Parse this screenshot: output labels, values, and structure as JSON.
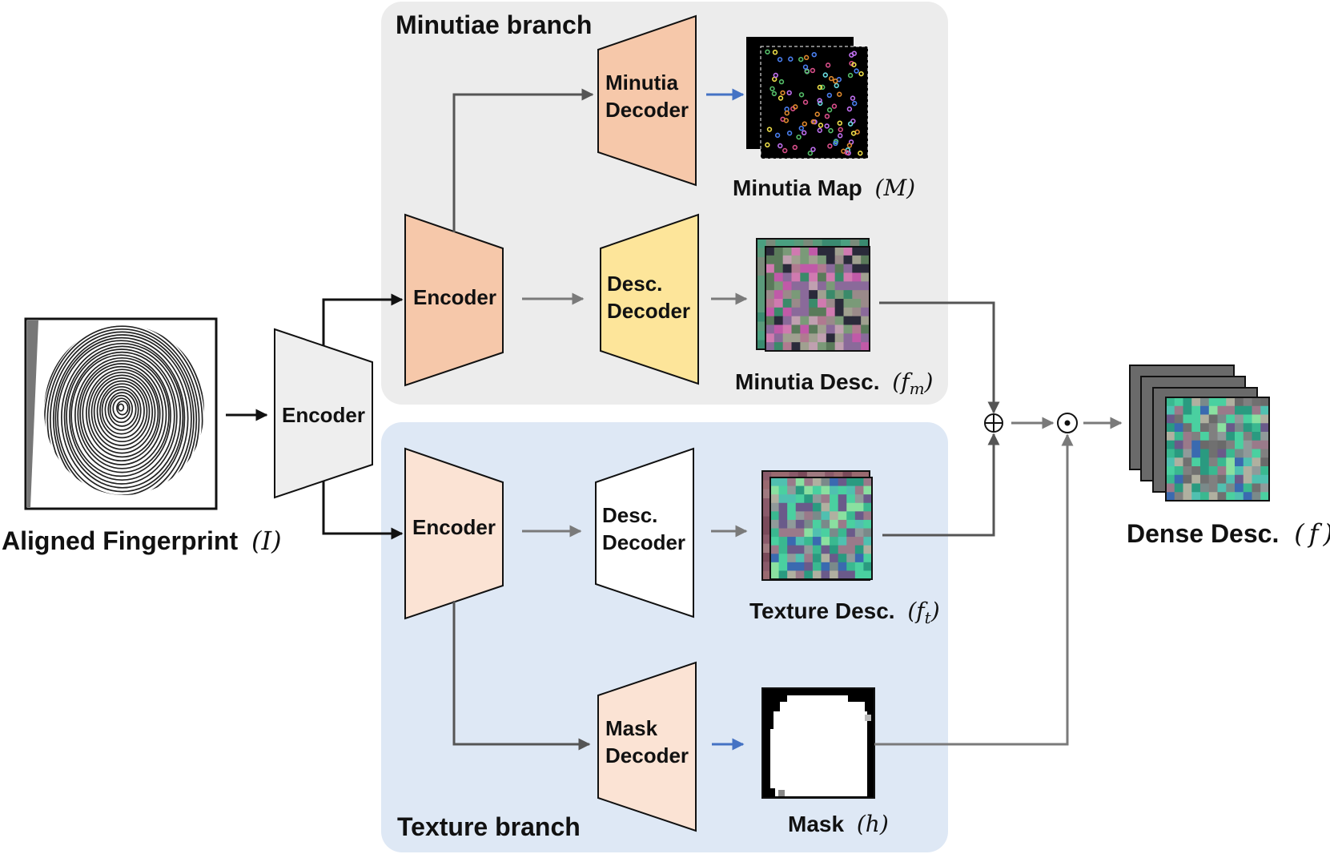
{
  "branches": {
    "minutiae_title": "Minutiae branch",
    "texture_title": "Texture branch"
  },
  "modules": {
    "shared_encoder": "Encoder",
    "minutiae_encoder": "Encoder",
    "texture_encoder": "Encoder",
    "minutia_decoder": [
      "Minutia",
      "Decoder"
    ],
    "desc_decoder_minutiae": [
      "Desc.",
      "Decoder"
    ],
    "desc_decoder_texture": [
      "Desc.",
      "Decoder"
    ],
    "mask_decoder": [
      "Mask",
      "Decoder"
    ]
  },
  "captions": {
    "input": {
      "text": "Aligned Fingerprint",
      "sym": "I"
    },
    "minutia_map": {
      "text": "Minutia Map",
      "sym": "M"
    },
    "minutia_desc": {
      "text": "Minutia Desc.",
      "sym": "f",
      "sub": "m"
    },
    "texture_desc": {
      "text": "Texture Desc.",
      "sym": "f",
      "sub": "t"
    },
    "mask": {
      "text": "Mask",
      "sym": "h"
    },
    "dense_desc": {
      "text": "Dense Desc.",
      "sym": "f"
    }
  },
  "operators": {
    "add": "⊕",
    "multiply": "⊙"
  },
  "colors": {
    "minutiae_bg": "#ececec",
    "texture_bg": "#dee8f5",
    "shared_encoder": "#eeeeee",
    "minutiae_encoder": "#f6c8aa",
    "minutia_decoder": "#f6c8aa",
    "desc_decoder_minutiae": "#fde59a",
    "texture_encoder": "#fbe3d4",
    "mask_decoder": "#fbe3d4",
    "desc_decoder_texture": "#ffffff",
    "arrow_dark": "#111111",
    "arrow_gray": "#7a7a7a",
    "arrow_blue": "#4472c4"
  }
}
